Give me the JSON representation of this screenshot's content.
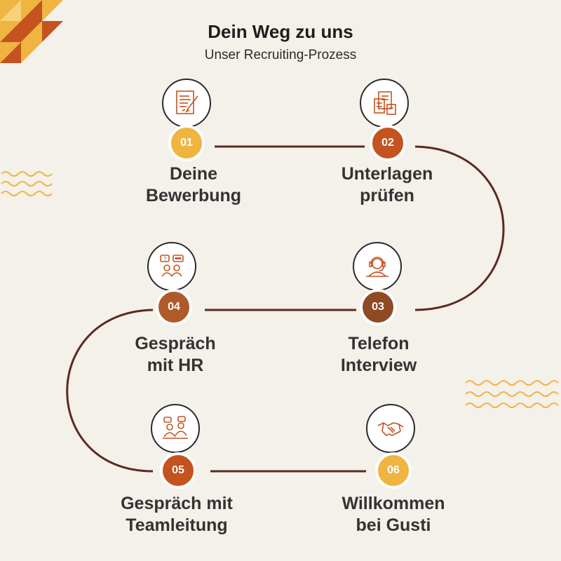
{
  "header": {
    "title": "Dein Weg zu uns",
    "subtitle": "Unser Recruiting-Prozess"
  },
  "colors": {
    "background": "#f4f0ea",
    "path": "#5a2a22",
    "yellow": "#f0b441",
    "orange": "#c5531f",
    "brown": "#8f4a24",
    "lightbrown": "#b05a2a"
  },
  "steps": [
    {
      "number": "01",
      "label_line1": "Deine",
      "label_line2": "Bewerbung",
      "icon": "application-form-icon"
    },
    {
      "number": "02",
      "label_line1": "Unterlagen",
      "label_line2": "prüfen",
      "icon": "document-review-icon"
    },
    {
      "number": "03",
      "label_line1": "Telefon",
      "label_line2": "Interview",
      "icon": "headset-operator-icon"
    },
    {
      "number": "04",
      "label_line1": "Gespräch",
      "label_line2": "mit HR",
      "icon": "conversation-icon"
    },
    {
      "number": "05",
      "label_line1": "Gespräch mit",
      "label_line2": "Teamleitung",
      "icon": "meeting-icon"
    },
    {
      "number": "06",
      "label_line1": "Willkommen",
      "label_line2": "bei Gusti",
      "icon": "handshake-icon"
    }
  ]
}
